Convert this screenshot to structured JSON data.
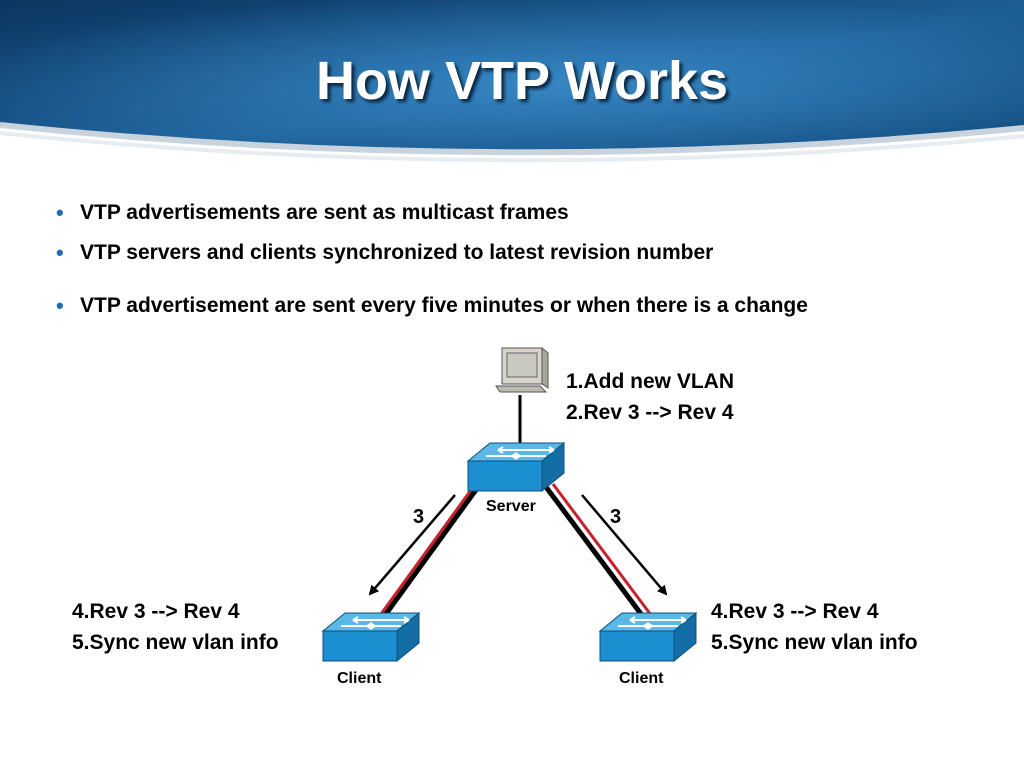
{
  "slide": {
    "title": "How VTP Works"
  },
  "bullets": [
    "VTP advertisements are sent as multicast frames",
    "VTP servers and clients synchronized to latest revision number",
    "VTP advertisement are sent every five minutes or when there is a change"
  ],
  "diagram": {
    "server": {
      "label": "Server",
      "notes": [
        "1.Add new VLAN",
        "2.Rev 3 --> Rev 4"
      ]
    },
    "client_left": {
      "label": "Client",
      "notes": [
        "4.Rev 3 --> Rev 4",
        "5.Sync new vlan info"
      ]
    },
    "client_right": {
      "label": "Client",
      "notes": [
        "4.Rev 3 --> Rev 4",
        "5.Sync new vlan info"
      ]
    },
    "arrow_left_label": "3",
    "arrow_right_label": "3"
  },
  "colors": {
    "banner_dark": "#0d3a66",
    "banner_light": "#2b79b8",
    "switch_blue": "#1c8fd0",
    "link_red": "#c8202e",
    "bullet_blue": "#1f6fb0"
  },
  "icons": {
    "workstation": "workstation-icon",
    "switch": "switch-icon"
  }
}
